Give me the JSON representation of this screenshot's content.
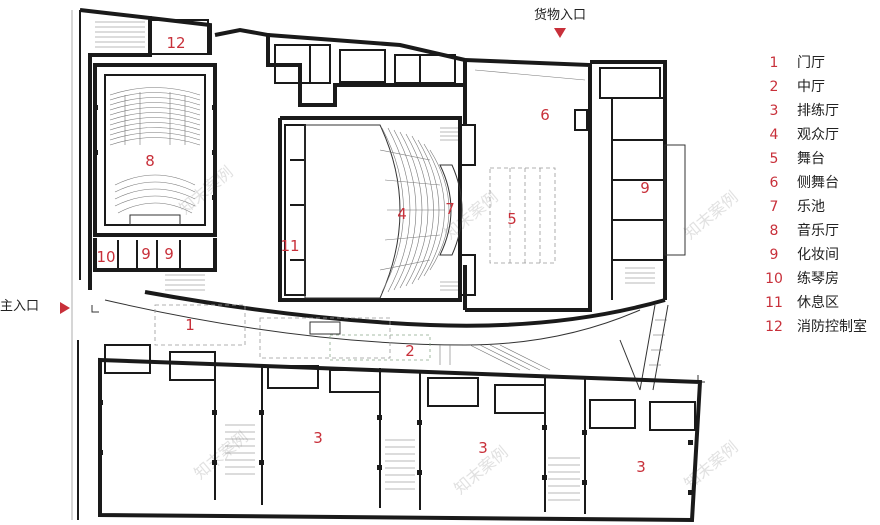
{
  "labels": {
    "cargo_entrance": "货物入口",
    "main_entrance": "主入口"
  },
  "legend": [
    {
      "num": "1",
      "text": "门厅"
    },
    {
      "num": "2",
      "text": "中厅"
    },
    {
      "num": "3",
      "text": "排练厅"
    },
    {
      "num": "4",
      "text": "观众厅"
    },
    {
      "num": "5",
      "text": "舞台"
    },
    {
      "num": "6",
      "text": "侧舞台"
    },
    {
      "num": "7",
      "text": "乐池"
    },
    {
      "num": "8",
      "text": "音乐厅"
    },
    {
      "num": "9",
      "text": "化妆间"
    },
    {
      "num": "10",
      "text": "练琴房"
    },
    {
      "num": "11",
      "text": "休息区"
    },
    {
      "num": "12",
      "text": "消防控制室"
    }
  ],
  "room_numbers": {
    "r1": "1",
    "r2": "2",
    "r3a": "3",
    "r3b": "3",
    "r3c": "3",
    "r4": "4",
    "r5": "5",
    "r6": "6",
    "r7": "7",
    "r8": "8",
    "r9a": "9",
    "r9b": "9",
    "r9c": "9",
    "r10": "10",
    "r11": "11",
    "r12": "12"
  },
  "watermark": "知末案例",
  "colors": {
    "accent": "#c8303a",
    "wall": "#1a1a1a"
  }
}
